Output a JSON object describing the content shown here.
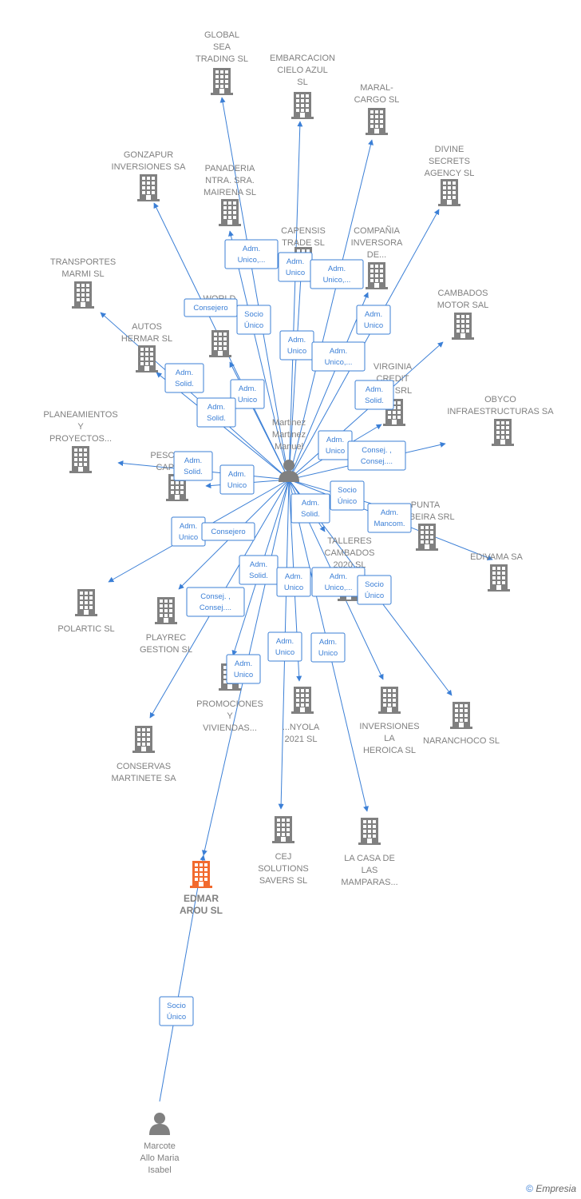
{
  "colors": {
    "edge": "#3b7fd6",
    "company": "#808080",
    "highlight": "#f26a2e",
    "person": "#808080"
  },
  "nodes": [
    {
      "id": "global",
      "label": [
        "GLOBAL",
        "SEA",
        "TRADING  SL"
      ],
      "type": "company"
    },
    {
      "id": "embarcacion",
      "label": [
        "EMBARCACION",
        "CIELO AZUL",
        "SL"
      ],
      "type": "company"
    },
    {
      "id": "maral",
      "label": [
        "MARAL-",
        "CARGO  SL"
      ],
      "type": "company"
    },
    {
      "id": "divine",
      "label": [
        "DIVINE",
        "SECRETS",
        "AGENCY SL"
      ],
      "type": "company"
    },
    {
      "id": "gonzapur",
      "label": [
        "GONZAPUR",
        "INVERSIONES SA"
      ],
      "type": "company"
    },
    {
      "id": "panaderia",
      "label": [
        "PANADERIA",
        "NTRA.  SRA.",
        "MAIRENA  SL"
      ],
      "type": "company"
    },
    {
      "id": "capensis",
      "label": [
        "CAPENSIS",
        "TRADE SL"
      ],
      "type": "company"
    },
    {
      "id": "compania",
      "label": [
        "COMPAÑIA",
        "INVERSORA",
        "DE..."
      ],
      "type": "company"
    },
    {
      "id": "transportes",
      "label": [
        "TRANSPORTES",
        "MARMI SL"
      ],
      "type": "company"
    },
    {
      "id": "cambados_motor",
      "label": [
        "CAMBADOS",
        "MOTOR SAL"
      ],
      "type": "company"
    },
    {
      "id": "world",
      "label": [
        "WORLD",
        "FISHING S..."
      ],
      "type": "company"
    },
    {
      "id": "autos",
      "label": [
        "AUTOS",
        "HERMAR  SL"
      ],
      "type": "company"
    },
    {
      "id": "virginia",
      "label": [
        "VIRGINIA",
        "CREDIT",
        "...DA SRL"
      ],
      "type": "company"
    },
    {
      "id": "obyco",
      "label": [
        "OBYCO",
        "INFRAESTRUCTURAS SA"
      ],
      "type": "company"
    },
    {
      "id": "planeamientos",
      "label": [
        "PLANEAMIENTOS",
        "Y",
        "PROYECTOS..."
      ],
      "type": "company"
    },
    {
      "id": "pescados",
      "label": [
        "PESCADOS",
        "CAPEN..."
      ],
      "type": "company"
    },
    {
      "id": "punta",
      "label": [
        "PUNTA",
        "...EBEIRA SRL"
      ],
      "type": "company"
    },
    {
      "id": "edivama",
      "label": [
        "EDIVAMA SA"
      ],
      "type": "company"
    },
    {
      "id": "talleres",
      "label": [
        "TALLERES",
        "CAMBADOS",
        "2020  SL"
      ],
      "type": "company"
    },
    {
      "id": "polartic",
      "label": [
        "POLARTIC  SL"
      ],
      "type": "company"
    },
    {
      "id": "playrec",
      "label": [
        "PLAYREC",
        "GESTION SL"
      ],
      "type": "company"
    },
    {
      "id": "promociones",
      "label": [
        "PROMOCIONES",
        "Y",
        "VIVIENDAS..."
      ],
      "type": "company"
    },
    {
      "id": "inyola",
      "label": [
        "...NYOLA",
        "2021 SL"
      ],
      "type": "company"
    },
    {
      "id": "inversiones_heroica",
      "label": [
        "INVERSIONES",
        "LA",
        "HEROICA  SL"
      ],
      "type": "company"
    },
    {
      "id": "naranchoco",
      "label": [
        "NARANCHOCO SL"
      ],
      "type": "company"
    },
    {
      "id": "conservas",
      "label": [
        "CONSERVAS",
        "MARTINETE SA"
      ],
      "type": "company"
    },
    {
      "id": "cej",
      "label": [
        "CEJ",
        "SOLUTIONS",
        "SAVERS  SL"
      ],
      "type": "company"
    },
    {
      "id": "lacasa",
      "label": [
        "LA CASA DE",
        "LAS",
        "MAMPARAS..."
      ],
      "type": "company"
    },
    {
      "id": "edmar",
      "label": [
        "EDMAR",
        "AROU  SL"
      ],
      "type": "company-main"
    },
    {
      "id": "martinez",
      "label": [
        "Martinez",
        "Martinez",
        "Manuel"
      ],
      "type": "person"
    },
    {
      "id": "marcote",
      "label": [
        "Marcote",
        "Allo Maria",
        "Isabel"
      ],
      "type": "person"
    }
  ],
  "edges": [
    {
      "from": "martinez",
      "to": "global",
      "labels": []
    },
    {
      "from": "martinez",
      "to": "embarcacion",
      "labels": []
    },
    {
      "from": "martinez",
      "to": "maral",
      "labels": []
    },
    {
      "from": "martinez",
      "to": "divine",
      "labels": []
    },
    {
      "from": "martinez",
      "to": "gonzapur",
      "labels": []
    },
    {
      "from": "martinez",
      "to": "panaderia",
      "labels": []
    },
    {
      "from": "martinez",
      "to": "capensis",
      "labels": []
    },
    {
      "from": "martinez",
      "to": "compania",
      "labels": []
    },
    {
      "from": "martinez",
      "to": "transportes",
      "labels": []
    },
    {
      "from": "martinez",
      "to": "cambados_motor",
      "labels": []
    },
    {
      "from": "martinez",
      "to": "world",
      "labels": []
    },
    {
      "from": "martinez",
      "to": "autos",
      "labels": []
    },
    {
      "from": "martinez",
      "to": "virginia",
      "labels": []
    },
    {
      "from": "martinez",
      "to": "obyco",
      "labels": []
    },
    {
      "from": "martinez",
      "to": "planeamientos",
      "labels": []
    },
    {
      "from": "martinez",
      "to": "pescados",
      "labels": []
    },
    {
      "from": "martinez",
      "to": "punta",
      "labels": []
    },
    {
      "from": "martinez",
      "to": "edivama",
      "labels": []
    },
    {
      "from": "martinez",
      "to": "talleres",
      "labels": []
    },
    {
      "from": "martinez",
      "to": "polartic",
      "labels": []
    },
    {
      "from": "martinez",
      "to": "playrec",
      "labels": []
    },
    {
      "from": "martinez",
      "to": "promociones",
      "labels": []
    },
    {
      "from": "martinez",
      "to": "inyola",
      "labels": []
    },
    {
      "from": "martinez",
      "to": "inversiones_heroica",
      "labels": []
    },
    {
      "from": "martinez",
      "to": "naranchoco",
      "labels": []
    },
    {
      "from": "martinez",
      "to": "conservas",
      "labels": []
    },
    {
      "from": "martinez",
      "to": "cej",
      "labels": []
    },
    {
      "from": "martinez",
      "to": "lacasa",
      "labels": []
    },
    {
      "from": "martinez",
      "to": "edmar",
      "labels": []
    },
    {
      "from": "marcote",
      "to": "edmar",
      "labels": []
    }
  ],
  "edge_labels": [
    {
      "id": "l_global",
      "lines": [
        "Adm.",
        "Unico,..."
      ]
    },
    {
      "id": "l_capensis",
      "lines": [
        "Adm.",
        "Unico"
      ]
    },
    {
      "id": "l_embarc",
      "lines": [
        "Adm.",
        "Unico,..."
      ]
    },
    {
      "id": "l_consejero_gonz",
      "lines": [
        "Consejero"
      ]
    },
    {
      "id": "l_socio_pan",
      "lines": [
        "Socio",
        "Único"
      ]
    },
    {
      "id": "l_adm_unico_maral",
      "lines": [
        "Adm.",
        "Unico"
      ]
    },
    {
      "id": "l_comp",
      "lines": [
        "Adm.",
        "Unico"
      ]
    },
    {
      "id": "l_divine",
      "lines": [
        "Adm.",
        "Unico,..."
      ]
    },
    {
      "id": "l_autos",
      "lines": [
        "Adm.",
        "Solid."
      ]
    },
    {
      "id": "l_world",
      "lines": [
        "Adm.",
        "Unico"
      ]
    },
    {
      "id": "l_transp",
      "lines": [
        "Adm.",
        "Solid."
      ]
    },
    {
      "id": "l_virginia",
      "lines": [
        "Adm.",
        "Solid."
      ]
    },
    {
      "id": "l_cambados",
      "lines": [
        "Adm.",
        "Unico"
      ]
    },
    {
      "id": "l_obyco",
      "lines": [
        "Consej. ,",
        "Consej...."
      ]
    },
    {
      "id": "l_planea",
      "lines": [
        "Adm.",
        "Solid."
      ]
    },
    {
      "id": "l_pescados",
      "lines": [
        "Adm.",
        "Unico"
      ]
    },
    {
      "id": "l_punta",
      "lines": [
        "Socio",
        "Único"
      ]
    },
    {
      "id": "l_edivama",
      "lines": [
        "Adm.",
        "Mancom."
      ]
    },
    {
      "id": "l_talleres",
      "lines": [
        "Adm.",
        "Solid."
      ]
    },
    {
      "id": "l_polartic",
      "lines": [
        "Adm.",
        "Unico"
      ]
    },
    {
      "id": "l_consejero_play",
      "lines": [
        "Consejero"
      ]
    },
    {
      "id": "l_playrec",
      "lines": [
        "Adm.",
        "Solid."
      ]
    },
    {
      "id": "l_inyola",
      "lines": [
        "Adm.",
        "Unico"
      ]
    },
    {
      "id": "l_heroica",
      "lines": [
        "Adm.",
        "Unico,..."
      ]
    },
    {
      "id": "l_naranchoco",
      "lines": [
        "Socio",
        "Único"
      ]
    },
    {
      "id": "l_conservas",
      "lines": [
        "Consej. ,",
        "Consej...."
      ]
    },
    {
      "id": "l_promo",
      "lines": [
        "Adm.",
        "Unico"
      ]
    },
    {
      "id": "l_cej",
      "lines": [
        "Adm.",
        "Unico"
      ]
    },
    {
      "id": "l_lacasa",
      "lines": [
        "Adm.",
        "Unico"
      ]
    },
    {
      "id": "l_marcote",
      "lines": [
        "Socio",
        "Único"
      ]
    }
  ],
  "credits": {
    "copyright": "©",
    "brand": "Empresia"
  }
}
